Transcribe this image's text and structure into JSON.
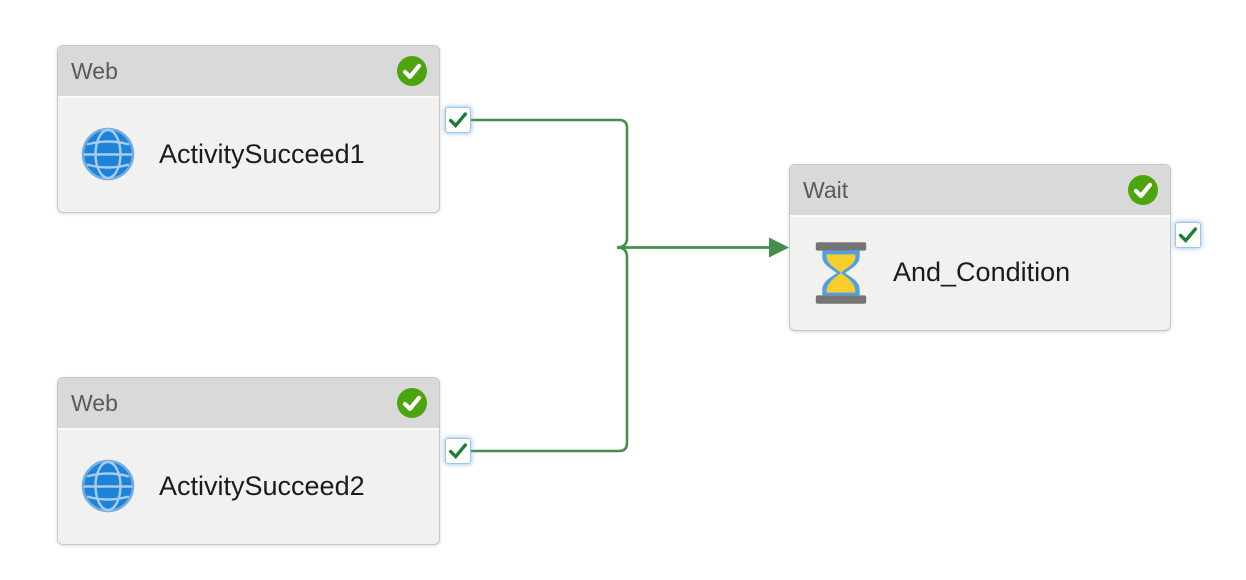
{
  "canvas": {
    "background": "#ffffff"
  },
  "pipeline": {
    "nodes": [
      {
        "type_label": "Web",
        "name": "ActivitySucceed1",
        "icon": "globe-icon",
        "status": "succeeded",
        "output_port": "success"
      },
      {
        "type_label": "Web",
        "name": "ActivitySucceed2",
        "icon": "globe-icon",
        "status": "succeeded",
        "output_port": "success"
      },
      {
        "type_label": "Wait",
        "name": "And_Condition",
        "icon": "hourglass-icon",
        "status": "succeeded",
        "output_port": "success"
      }
    ],
    "edges": [
      {
        "from": "ActivitySucceed1",
        "to": "And_Condition",
        "condition": "success"
      },
      {
        "from": "ActivitySucceed2",
        "to": "And_Condition",
        "condition": "success"
      }
    ]
  },
  "colors": {
    "canvas_bg": "#ffffff",
    "node_header_bg": "#d9d9d9",
    "node_body_bg": "#f1f1f0",
    "node_border": "#c8c8c8",
    "header_text": "#5a5a5a",
    "activity_name_text": "#1b1b1b",
    "status_badge_green": "#4CA50F",
    "badge_check_white": "#ffffff",
    "port_border_blue": "#9EC4E6",
    "port_check_green": "#1E7D34",
    "edge_green": "#43904C",
    "globe_blue": "#1E82D6",
    "globe_ring_blue": "#71ADE2",
    "globe_grid_blue": "#A6CCF0",
    "hourglass_cap_gray": "#757575",
    "hourglass_glass_blue": "#4C9FE8",
    "hourglass_sand_yellow": "#F6CE2C"
  }
}
